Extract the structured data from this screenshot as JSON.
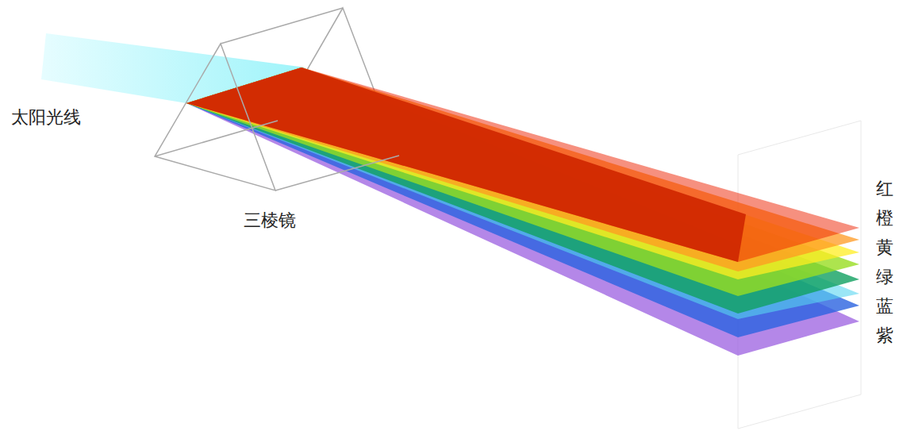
{
  "diagram": {
    "labels": [
      "太阳光线",
      "三棱镜",
      "红",
      "橙",
      "黄",
      "绿",
      "蓝",
      "紫"
    ]
  }
}
